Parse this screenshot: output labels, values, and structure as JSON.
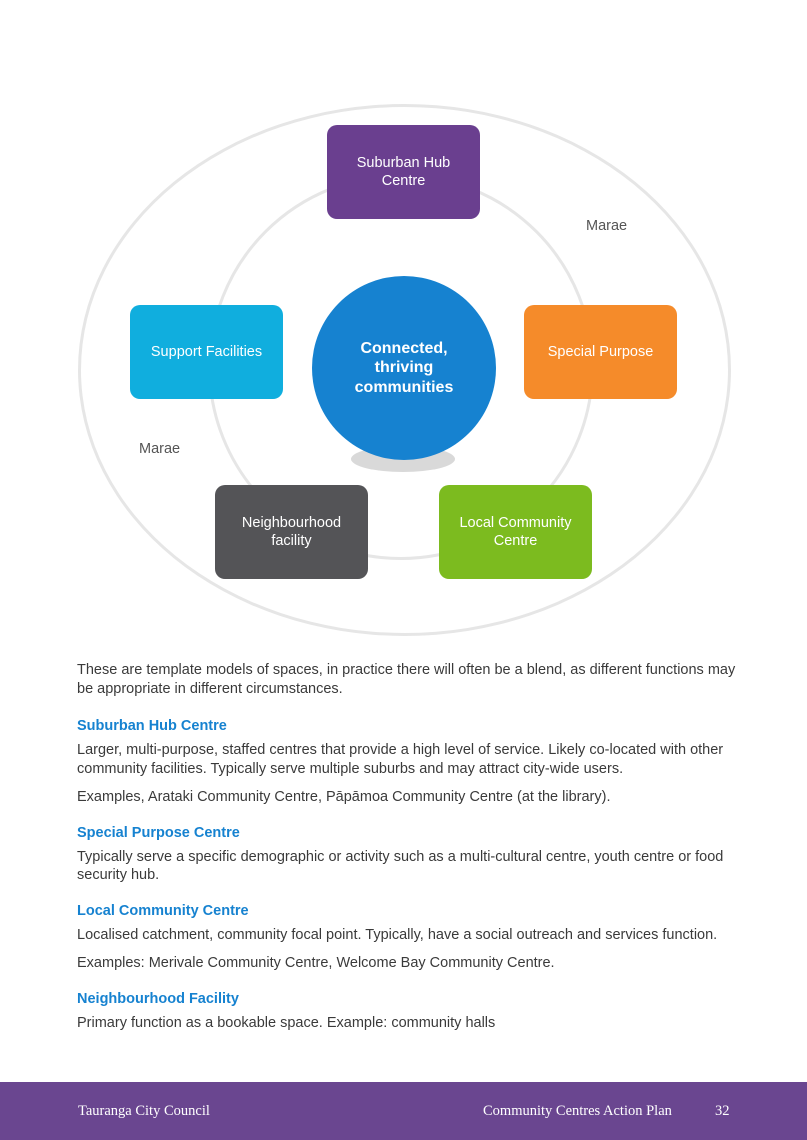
{
  "diagram": {
    "center": "Connected, thriving communities",
    "boxes": {
      "hub": "Suburban Hub Centre",
      "support": "Support Facilities",
      "special": "Special Purpose",
      "neighbour": "Neighbourhood facility",
      "local": "Local Community Centre"
    },
    "marae_label": "Marae",
    "colors": {
      "hub": "#6a3f8f",
      "support": "#10aede",
      "special": "#f58b2a",
      "neighbour": "#545457",
      "local": "#7cbb1f",
      "center": "#1682d0"
    }
  },
  "intro": "These are template models of spaces, in practice there will often be a blend, as different functions may be appropriate in different circumstances.",
  "sections": [
    {
      "heading": "Suburban Hub Centre",
      "body": "Larger, multi-purpose, staffed centres that provide a high level of service. Likely co-located with other community facilities. Typically serve multiple suburbs and may attract city-wide users.",
      "extra": "Examples, Arataki Community Centre, Pāpāmoa Community Centre (at the library)."
    },
    {
      "heading": "Special Purpose Centre",
      "body": "Typically serve a specific demographic or activity such as a multi-cultural centre, youth centre or food security hub."
    },
    {
      "heading": "Local Community Centre",
      "body": "Localised catchment, community focal point. Typically, have a social outreach and services function.",
      "extra": "Examples: Merivale Community Centre, Welcome Bay Community Centre."
    },
    {
      "heading": "Neighbourhood Facility",
      "body": "Primary function as a bookable space. Example: community halls"
    }
  ],
  "footer": {
    "left": "Tauranga City Council",
    "right": "Community Centres Action Plan",
    "page": "32"
  }
}
